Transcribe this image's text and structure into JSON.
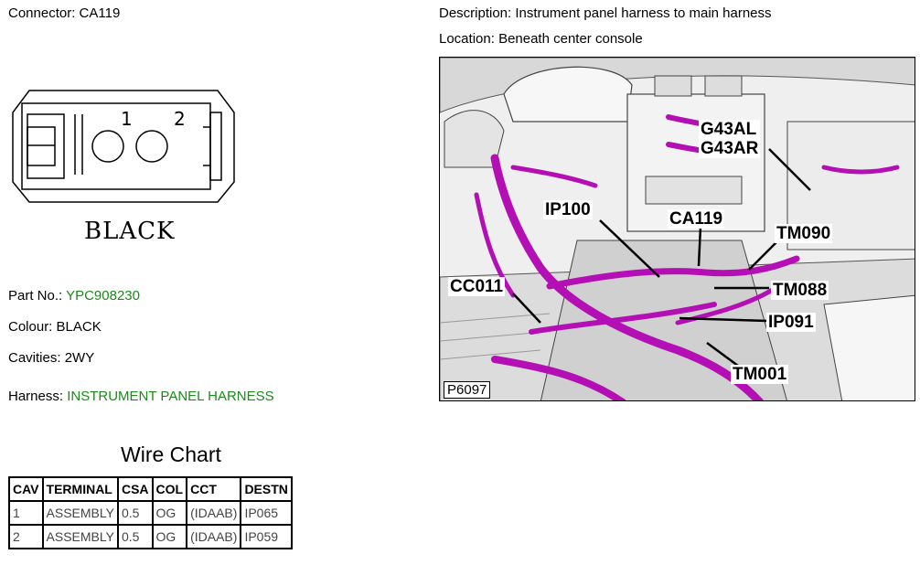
{
  "connector": {
    "label": "Connector:",
    "value": "CA119",
    "color_text": "BLACK",
    "pin_labels": [
      "1",
      "2"
    ]
  },
  "description": {
    "label": "Description:",
    "value": "Instrument panel harness to main harness"
  },
  "location": {
    "label": "Location:",
    "value": "Beneath center console"
  },
  "details": {
    "part_no_label": "Part No.:",
    "part_no": "YPC908230",
    "colour_label": "Colour:",
    "colour": "BLACK",
    "cavities_label": "Cavities:",
    "cavities": "2WY",
    "harness_label": "Harness:",
    "harness": "INSTRUMENT PANEL HARNESS"
  },
  "wire_chart": {
    "title": "Wire Chart",
    "headers": [
      "CAV",
      "TERMINAL",
      "CSA",
      "COL",
      "CCT",
      "DESTN"
    ],
    "rows": [
      [
        "1",
        "ASSEMBLY",
        "0.5",
        "OG",
        "(IDAAB)",
        "IP065"
      ],
      [
        "2",
        "ASSEMBLY",
        "0.5",
        "OG",
        "(IDAAB)",
        "IP059"
      ]
    ]
  },
  "photo": {
    "code": "P6097",
    "callouts": [
      "G43AL",
      "G43AR",
      "IP100",
      "CA119",
      "TM090",
      "CC011",
      "TM088",
      "IP091",
      "TM001"
    ]
  },
  "colors": {
    "highlight_green": "#1a8a1a",
    "harness_magenta": "#b40fb4"
  }
}
